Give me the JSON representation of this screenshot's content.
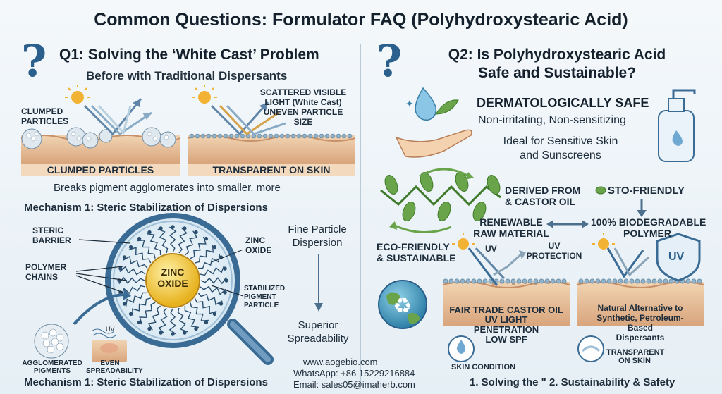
{
  "title": "Common Questions: Formulator FAQ (Polyhydroxystearic Acid)",
  "q1": {
    "heading": "Q1: Solving the ‘White Cast’ Problem",
    "subheading": "Before with Traditional Dispersants",
    "clumped_label": "CLUMPED PARTICLES",
    "scattered_label": "SCATTERED VISIBLE LIGHT (White Cast) UNEVEN PARTICLE SIZE",
    "panel_left_caption": "CLUMPED PARTICLES",
    "panel_right_caption": "TRANSPARENT ON SKIN",
    "breaks_text": "Breaks pigment agglomerates into smaller, more",
    "mechanism_title": "Mechanism 1: Steric Stabilization of Dispersions",
    "steric_barrier": "STERIC BARRIER",
    "polymer_chains": "POLYMER CHAINS",
    "zinc_oxide_center": "ZINC OXIDE",
    "zinc_oxide_label": "ZINC OXIDE",
    "stabilized_label": "STABILIZED PIGMENT PARTICLE",
    "fine_particle": "Fine Particle Dispersion",
    "superior": "Superior Spreadability",
    "agglomerated": "AGGLOMERATED PIGMENTS",
    "uv_small": "UV",
    "even_spread": "EVEN SPREADABILITY",
    "mechanism_footer": "Mechanism 1: Steric Stabilization of Dispersions"
  },
  "q2": {
    "heading_line1": "Q2: Is Polyhydroxystearic Acid",
    "heading_line2": "Safe and Sustainable?",
    "derm_title": "DERMATOLOGICALLY SAFE",
    "derm_sub": "Non-irritating, Non-sensitizing",
    "ideal_line1": "Ideal for Sensitive Skin",
    "ideal_line2": "and Sunscreens",
    "derived_line1": "DERIVED FROM",
    "derived_line2": "& CASTOR OIL",
    "sto_friendly": "STO-FRIENDLY",
    "renewable_line1": "RENEWABLE",
    "renewable_line2": "RAW MATERIAL",
    "biodeg_line1": "100% BIODEGRADABLE",
    "biodeg_line2": "POLYMER",
    "eco_line1": "ECO-FRIENDLY",
    "eco_line2": "& SUSTAINABLE",
    "uv_label": "UV",
    "uv_protection_line1": "UV",
    "uv_protection_line2": "PROTECTION",
    "shield_uv": "UV",
    "fairtrade_line1": "FAIR TRADE CASTOR OIL",
    "fairtrade_line2": "UV LIGHT",
    "fairtrade_line3": "PENETRATION",
    "fairtrade_line4": "LOW SPF",
    "natural_line1": "Natural Alternative to",
    "natural_line2": "Synthetic, Petroleum-",
    "natural_line3": "Based",
    "natural_line4": "Dispersants",
    "skin_condition": "SKIN CONDITION",
    "transparent_line1": "TRANSPARENT",
    "transparent_line2": "ON SKIN",
    "footer": "1. Solving the \" 2. Sustainability & Safety"
  },
  "contact": {
    "website": "www.aogebio.com",
    "whatsapp": "WhatsApp: +86 15229216884",
    "email": "Email: sales05@imaherb.com"
  },
  "colors": {
    "accent_blue": "#2b5f8c",
    "leaf_green": "#5a9a3a",
    "skin": "#e8c6a0",
    "sun": "#f2b233"
  }
}
